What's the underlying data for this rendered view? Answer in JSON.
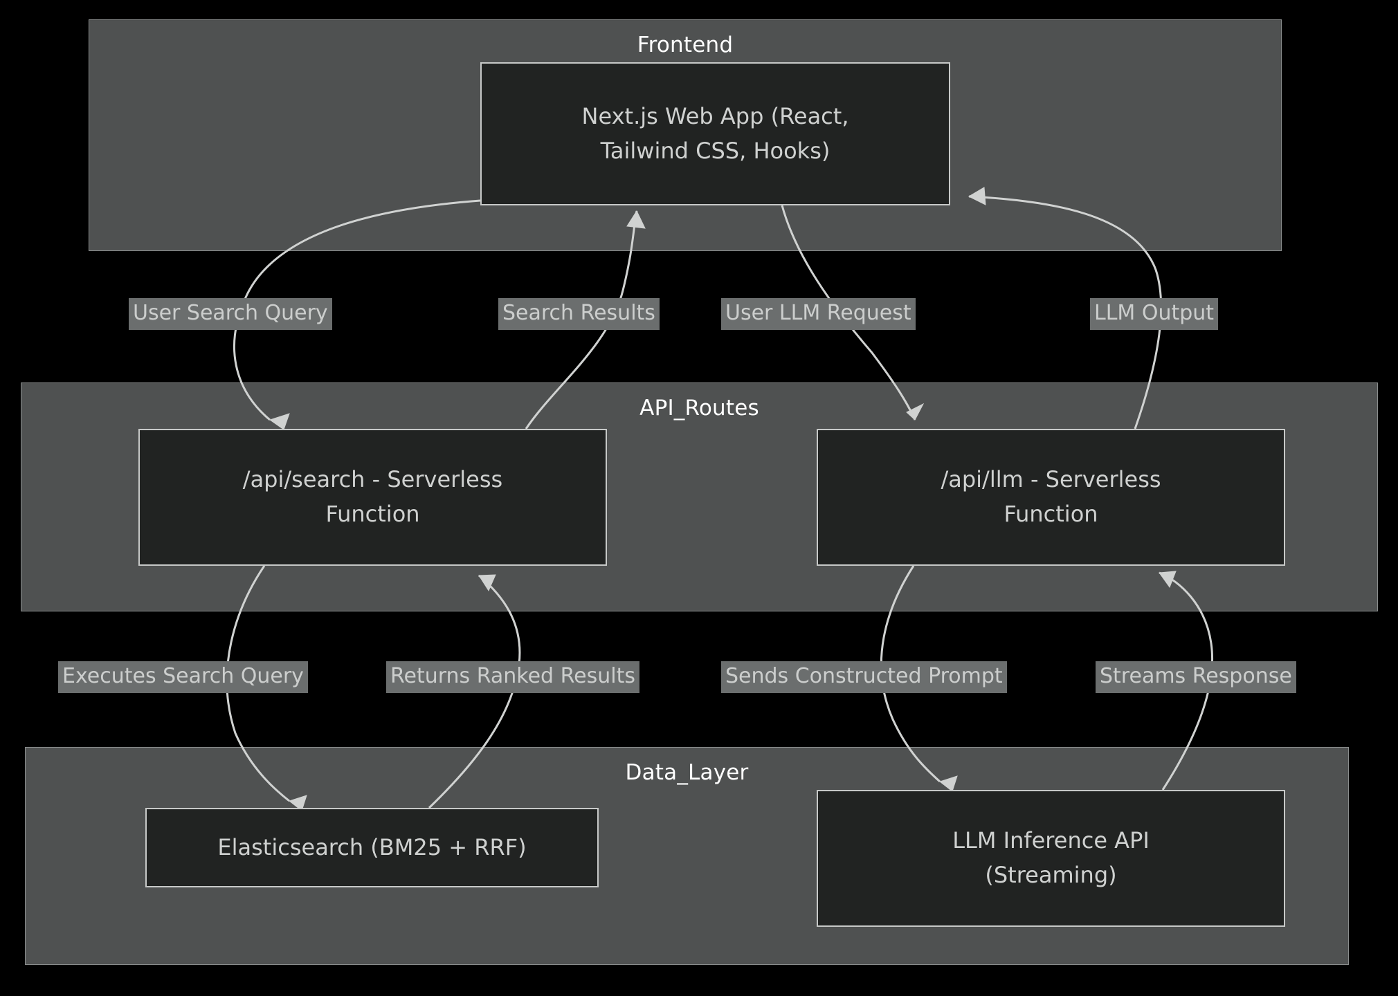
{
  "diagram": {
    "background": "#000000",
    "cluster_fill": "#4f5151",
    "cluster_stroke": "#8a8d8d",
    "node_fill": "#212322",
    "node_stroke": "#c7c9c8",
    "edge_stroke": "#d0d2d1",
    "label_fill": "#6b6e6e",
    "text_color": "#cfd1d0",
    "title_color": "#ffffff"
  },
  "clusters": [
    {
      "id": "frontend",
      "title": "Frontend"
    },
    {
      "id": "api_routes",
      "title": "API_Routes"
    },
    {
      "id": "data_layer",
      "title": "Data_Layer"
    }
  ],
  "nodes": [
    {
      "id": "webapp",
      "line1": "Next.js Web App (React,",
      "line2": "Tailwind CSS, Hooks)"
    },
    {
      "id": "apisearch",
      "line1": "/api/search - Serverless",
      "line2": "Function"
    },
    {
      "id": "apillm",
      "line1": "/api/llm - Serverless",
      "line2": "Function"
    },
    {
      "id": "elastic",
      "line1": "Elasticsearch (BM25 + RRF)",
      "line2": ""
    },
    {
      "id": "llmapi",
      "line1": "LLM Inference API",
      "line2": "(Streaming)"
    }
  ],
  "edges": [
    {
      "id": "e1",
      "label": "User Search Query",
      "from": "webapp",
      "to": "apisearch"
    },
    {
      "id": "e2",
      "label": "Search Results",
      "from": "apisearch",
      "to": "webapp"
    },
    {
      "id": "e3",
      "label": "User LLM Request",
      "from": "webapp",
      "to": "apillm"
    },
    {
      "id": "e4",
      "label": "LLM Output",
      "from": "apillm",
      "to": "webapp"
    },
    {
      "id": "e5",
      "label": "Executes Search Query",
      "from": "apisearch",
      "to": "elastic"
    },
    {
      "id": "e6",
      "label": "Returns Ranked Results",
      "from": "elastic",
      "to": "apisearch"
    },
    {
      "id": "e7",
      "label": "Sends Constructed Prompt",
      "from": "apillm",
      "to": "llmapi"
    },
    {
      "id": "e8",
      "label": "Streams Response",
      "from": "llmapi",
      "to": "apillm"
    }
  ]
}
